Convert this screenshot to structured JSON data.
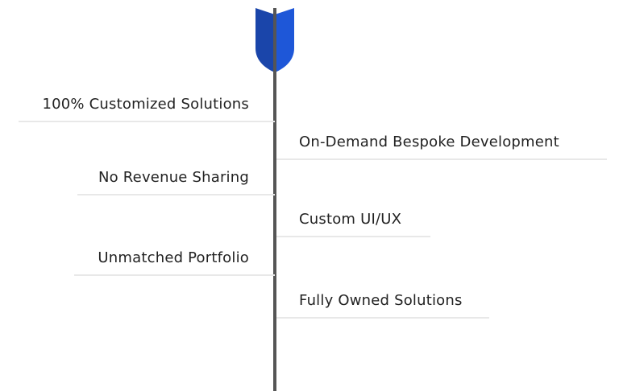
{
  "colors": {
    "shield_left": "#1a45aa",
    "shield_right": "#1e57d8",
    "axis": "#555555"
  },
  "left_items": [
    "100% Customized Solutions",
    "No Revenue Sharing",
    "Unmatched Portfolio"
  ],
  "right_items": [
    "On-Demand Bespoke Development",
    "Custom UI/UX",
    "Fully Owned Solutions"
  ]
}
